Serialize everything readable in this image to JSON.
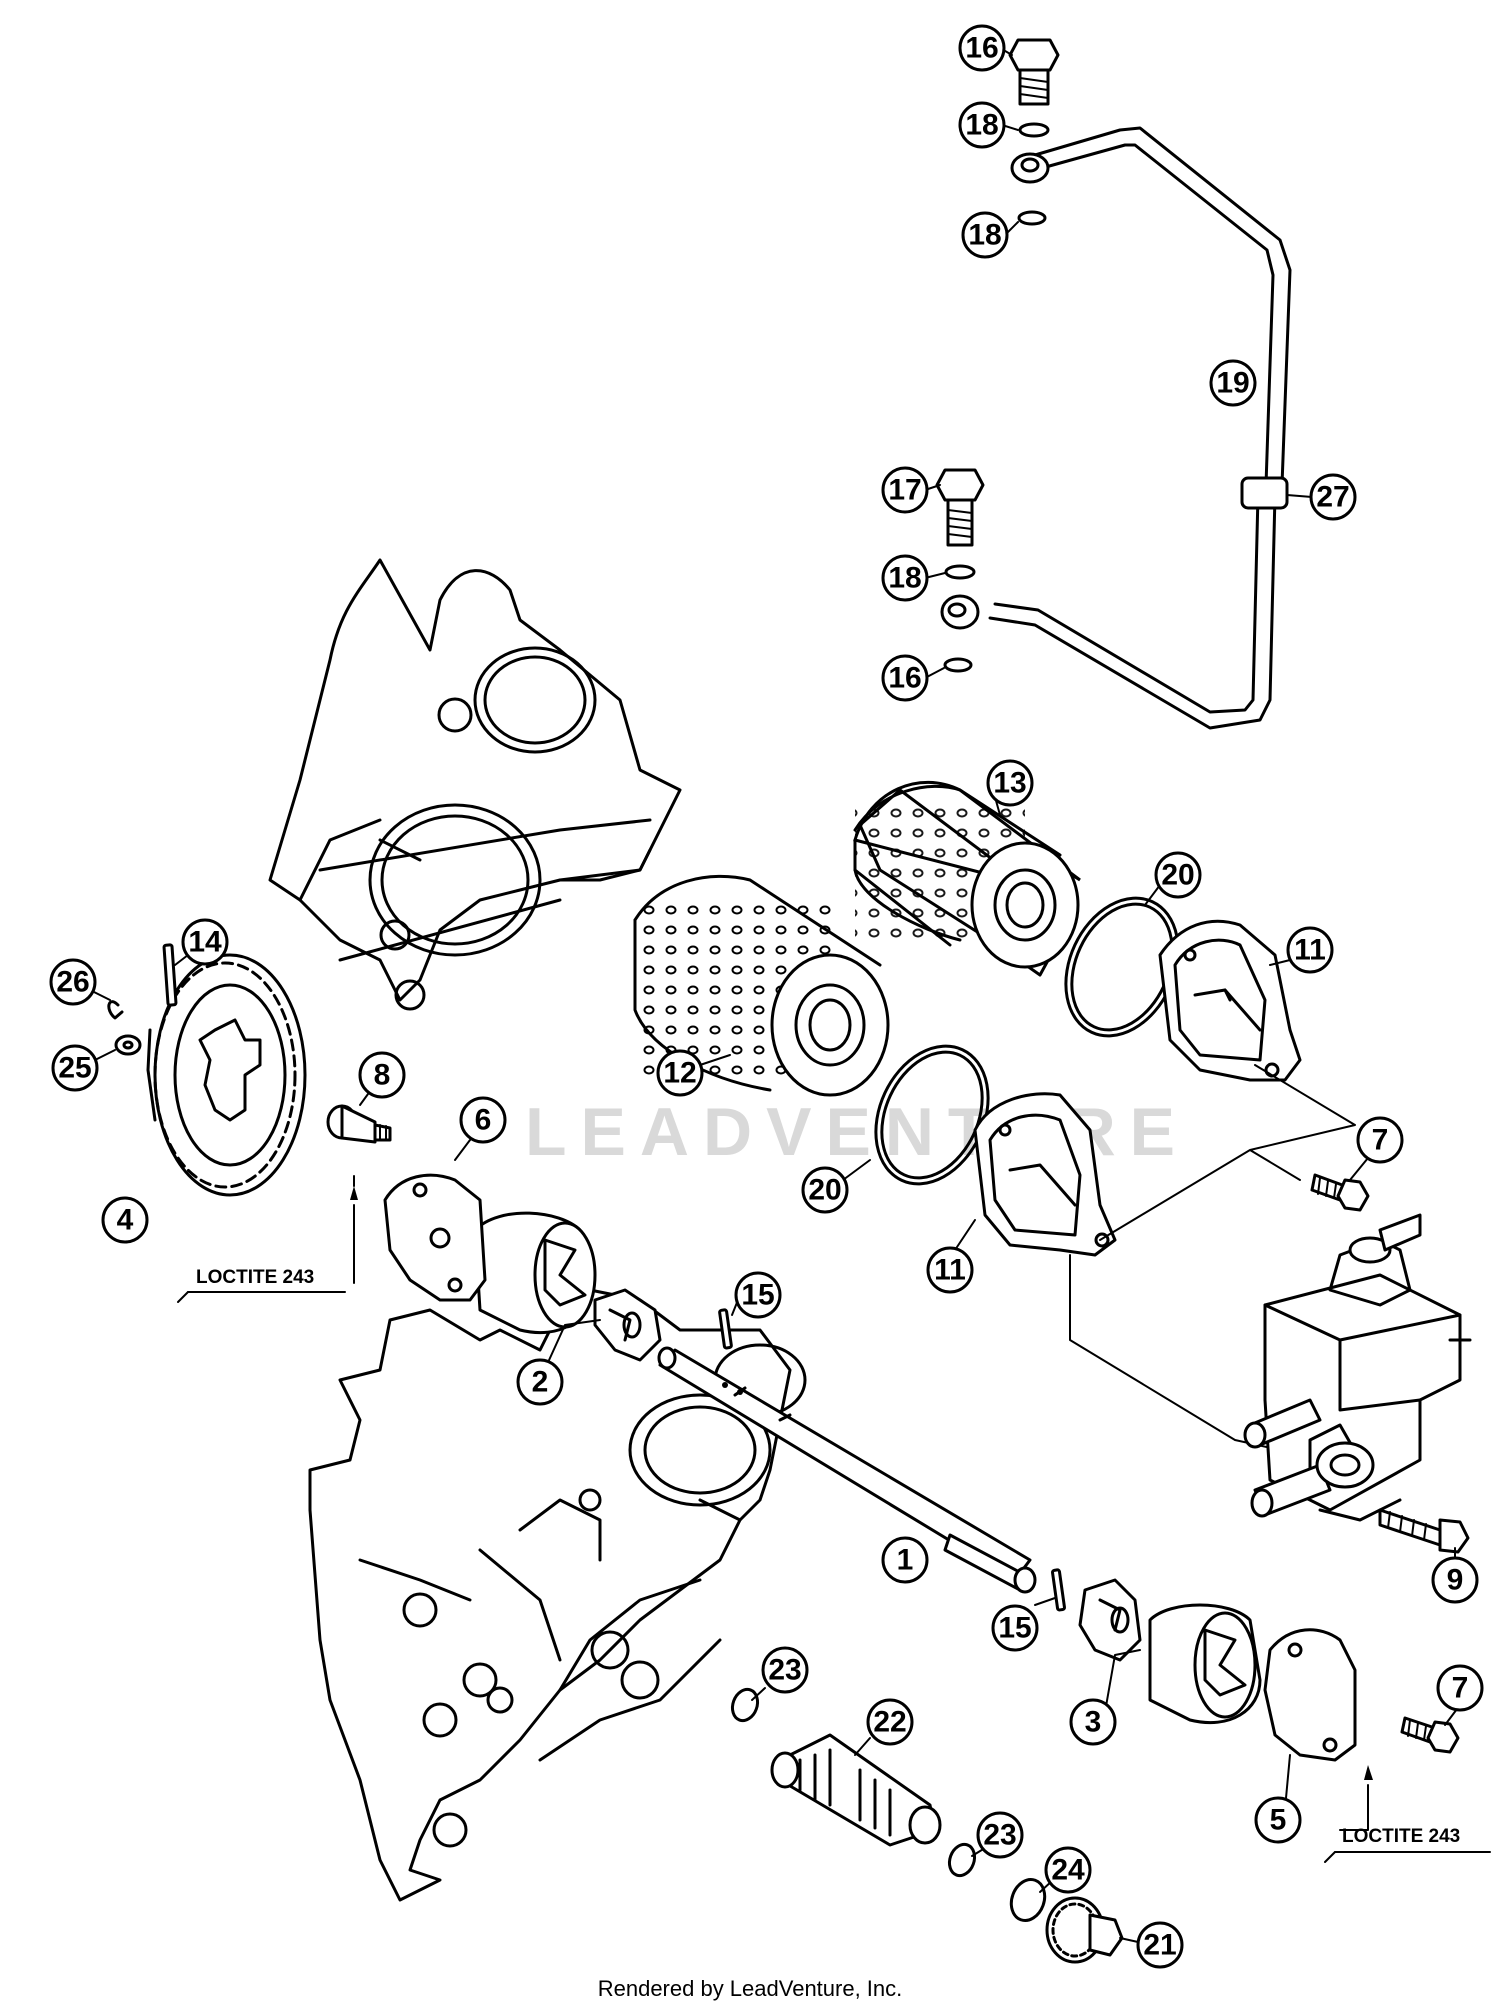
{
  "watermark": "LEADVENTURE",
  "footer": "Rendered by LeadVenture, Inc.",
  "notes": {
    "loctite_left": "LOCTITE 243",
    "loctite_right": "LOCTITE 243"
  },
  "callouts": [
    {
      "id": "c16a",
      "label": "16"
    },
    {
      "id": "c18a",
      "label": "18"
    },
    {
      "id": "c18b",
      "label": "18"
    },
    {
      "id": "c19",
      "label": "19"
    },
    {
      "id": "c27",
      "label": "27"
    },
    {
      "id": "c17",
      "label": "17"
    },
    {
      "id": "c18c",
      "label": "18"
    },
    {
      "id": "c16b",
      "label": "16"
    },
    {
      "id": "c13",
      "label": "13"
    },
    {
      "id": "c20a",
      "label": "20"
    },
    {
      "id": "c11a",
      "label": "11"
    },
    {
      "id": "c14",
      "label": "14"
    },
    {
      "id": "c26",
      "label": "26"
    },
    {
      "id": "c25",
      "label": "25"
    },
    {
      "id": "c12",
      "label": "12"
    },
    {
      "id": "c8",
      "label": "8"
    },
    {
      "id": "c6",
      "label": "6"
    },
    {
      "id": "c20b",
      "label": "20"
    },
    {
      "id": "c7a",
      "label": "7"
    },
    {
      "id": "c4",
      "label": "4"
    },
    {
      "id": "c11b",
      "label": "11"
    },
    {
      "id": "c15a",
      "label": "15"
    },
    {
      "id": "c2",
      "label": "2"
    },
    {
      "id": "c9",
      "label": "9"
    },
    {
      "id": "c1",
      "label": "1"
    },
    {
      "id": "c15b",
      "label": "15"
    },
    {
      "id": "c3",
      "label": "3"
    },
    {
      "id": "c7b",
      "label": "7"
    },
    {
      "id": "c23a",
      "label": "23"
    },
    {
      "id": "c22",
      "label": "22"
    },
    {
      "id": "c5",
      "label": "5"
    },
    {
      "id": "c23b",
      "label": "23"
    },
    {
      "id": "c24",
      "label": "24"
    },
    {
      "id": "c21",
      "label": "21"
    }
  ]
}
